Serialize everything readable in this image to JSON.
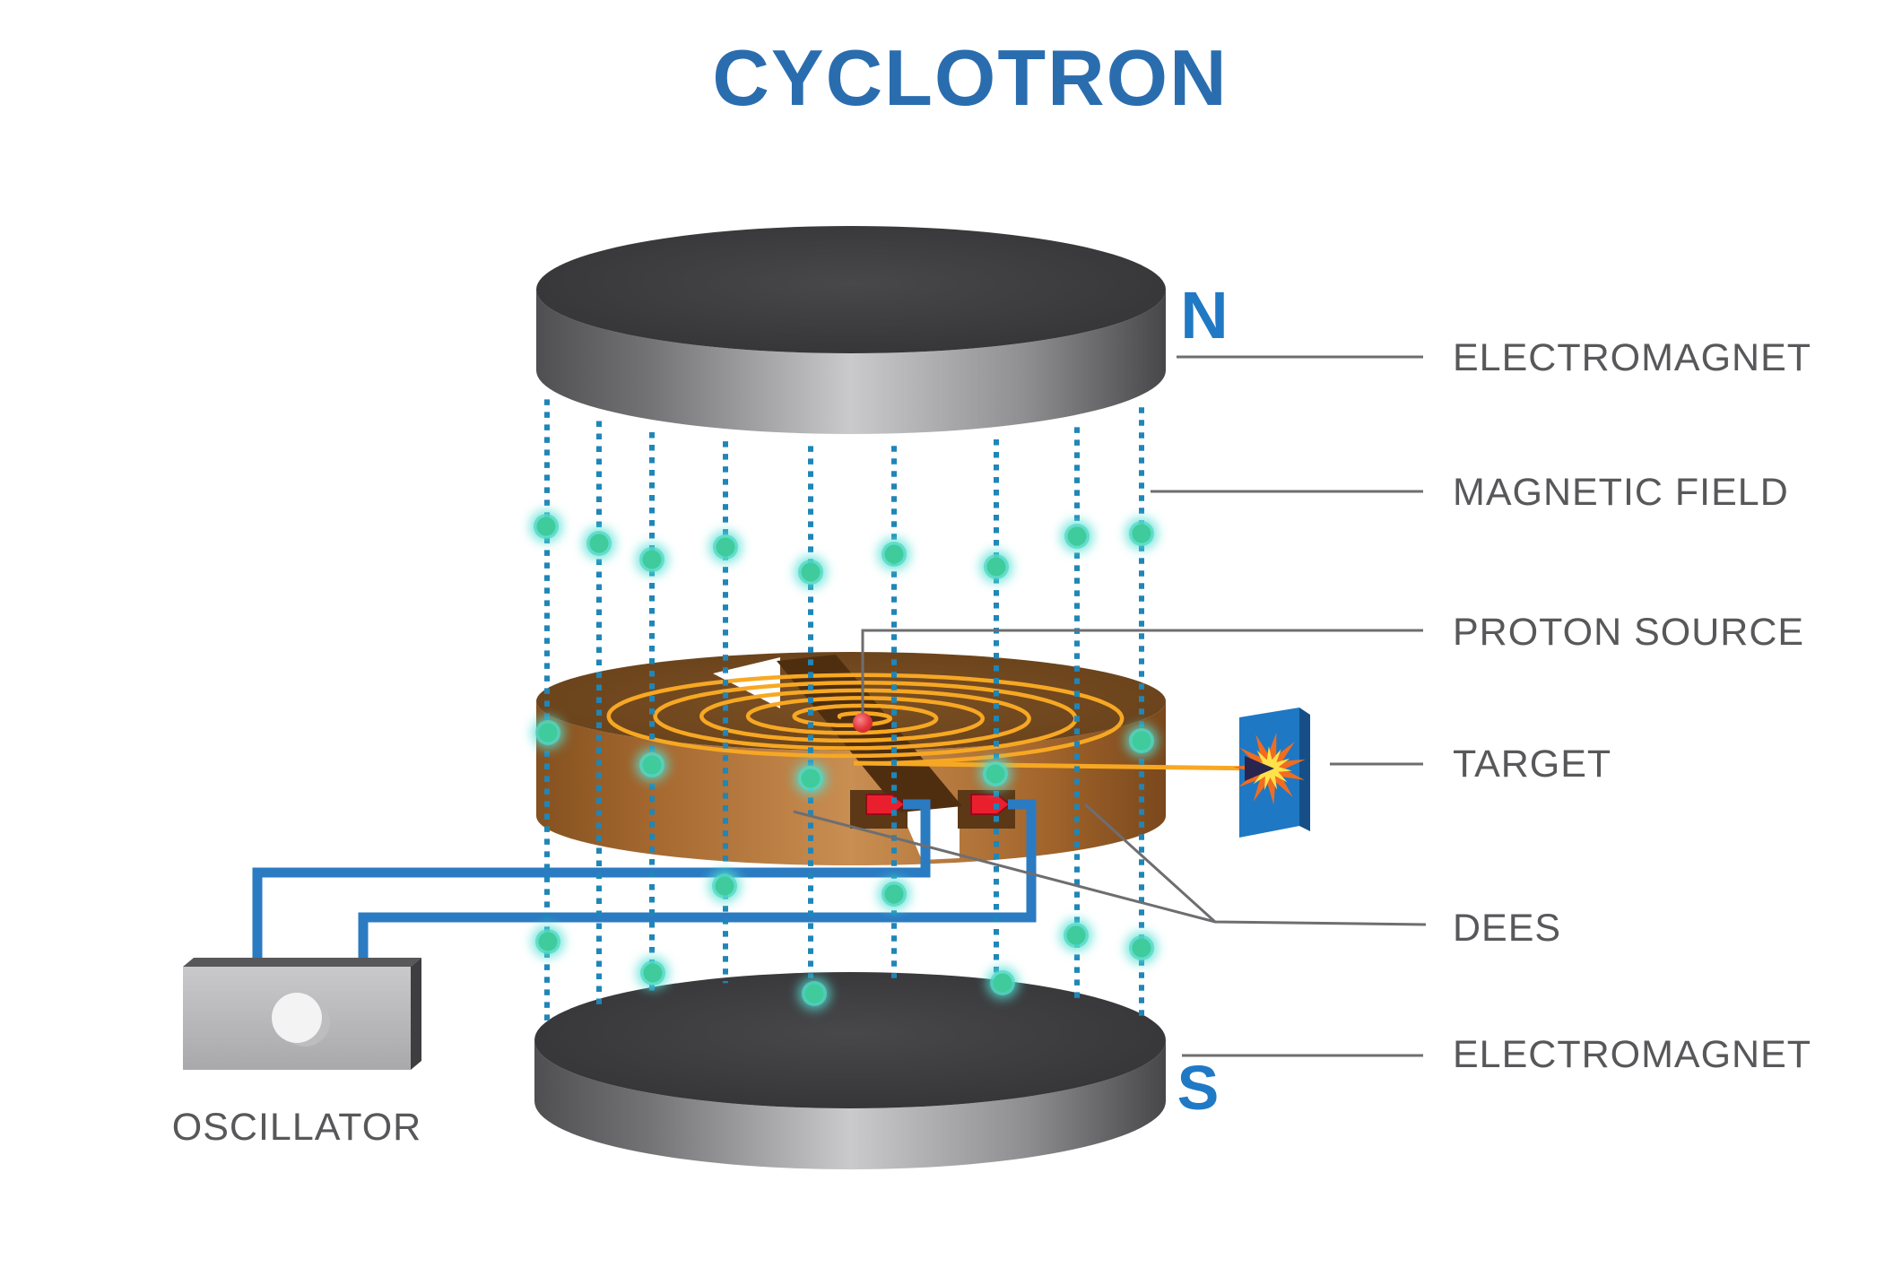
{
  "title": "CYCLOTRON",
  "poles": {
    "north": "N",
    "south": "S"
  },
  "labels": {
    "electromagnet_top": "ELECTROMAGNET",
    "magnetic_field": "MAGNETIC FIELD",
    "proton_source": "PROTON SOURCE",
    "target": "TARGET",
    "dees": "DEES",
    "electromagnet_bottom": "ELECTROMAGNET",
    "oscillator": "OSCILLATOR"
  },
  "colors": {
    "title_blue": "#2A6DAF",
    "pole_blue": "#2079C4",
    "label_gray": "#58585B",
    "leader_gray": "#6E6E71",
    "wire_blue": "#2B7BC2",
    "field_line_teal": "#1F86B8",
    "glow_dot_green": "#3FCB9B",
    "glow_halo_cyan": "#55E0D6",
    "spiral_orange": "#F7A823",
    "copper_side": "#C98E52",
    "copper_top": "#6E4621",
    "electromagnet_gray": "#3A3A3C",
    "connector_red": "#EA1F2E",
    "proton_red": "#D62F36",
    "target_blue": "#1E78C4",
    "starburst_orange": "#F26C1F",
    "starburst_yellow": "#FFE24A",
    "oscillator_gray": "#B5B5B7"
  }
}
